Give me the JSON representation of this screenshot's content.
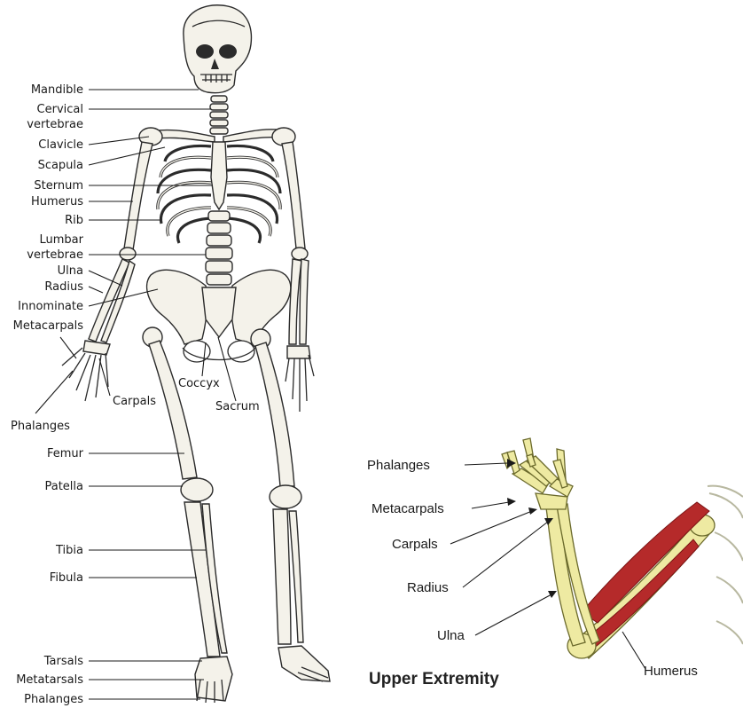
{
  "skeleton_labels": {
    "mandible": "Mandible",
    "cervical_1": "Cervical",
    "cervical_2": "vertebrae",
    "clavicle": "Clavicle",
    "scapula": "Scapula",
    "sternum": "Sternum",
    "humerus": "Humerus",
    "rib": "Rib",
    "lumbar_1": "Lumbar",
    "lumbar_2": "vertebrae",
    "ulna": "Ulna",
    "radius": "Radius",
    "innominate": "Innominate",
    "metacarpals": "Metacarpals",
    "carpals": "Carpals",
    "phalanges_hand": "Phalanges",
    "coccyx": "Coccyx",
    "sacrum": "Sacrum",
    "femur": "Femur",
    "patella": "Patella",
    "tibia": "Tibia",
    "fibula": "Fibula",
    "tarsals": "Tarsals",
    "metatarsals": "Metatarsals",
    "phalanges_foot": "Phalanges"
  },
  "arm_labels": {
    "phalanges": "Phalanges",
    "metacarpals": "Metacarpals",
    "carpals": "Carpals",
    "radius": "Radius",
    "ulna": "Ulna",
    "humerus": "Humerus"
  },
  "arm_title": "Upper Extremity",
  "colors": {
    "bone": "#f4f2ea",
    "arm_bone": "#eeeaa2",
    "muscle": "#b52a2a"
  }
}
